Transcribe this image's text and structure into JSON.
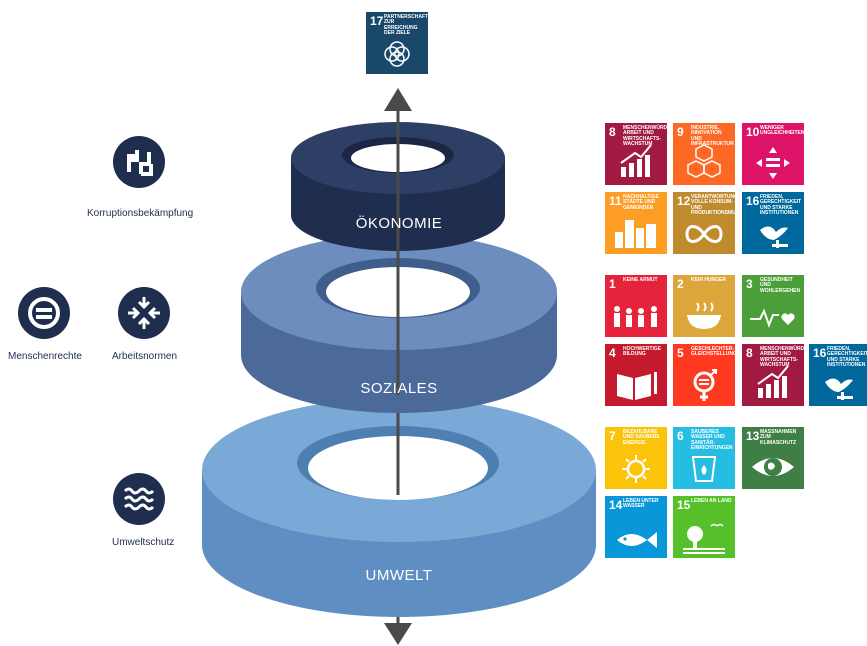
{
  "rings": {
    "top": "ÖKONOMIE",
    "middle": "SOZIALES",
    "bottom": "UMWELT"
  },
  "left_icons": {
    "corruption": "Korruptionsbekämpfung",
    "human_rights": "Menschenrechte",
    "labour": "Arbeitsnormen",
    "environment": "Umweltschutz"
  },
  "sdgs": {
    "g17": {
      "num": "17",
      "title": "PARTNERSCHAFTEN ZUR ERREICHUNG DER ZIELE",
      "color": "#19486a",
      "icon": "flower-icon"
    },
    "g8a": {
      "num": "8",
      "title": "MENSCHENWÜRDIGE ARBEIT UND WIRTSCHAFTS-WACHSTUM",
      "color": "#a21942",
      "icon": "growth-chart-icon"
    },
    "g9": {
      "num": "9",
      "title": "INDUSTRIE, INNOVATION UND INFRASTRUKTUR",
      "color": "#fd6925",
      "icon": "cubes-icon"
    },
    "g10": {
      "num": "10",
      "title": "WENIGER UNGLEICHHEITEN",
      "color": "#dd1367",
      "icon": "equality-icon"
    },
    "g11": {
      "num": "11",
      "title": "NACHHALTIGE STÄDTE UND GEMEINDEN",
      "color": "#fd9d24",
      "icon": "city-icon"
    },
    "g12": {
      "num": "12",
      "title": "VERANTWORTUNGS-VOLLE KONSUM- UND PRODUKTIONSMUSTER",
      "color": "#bf8b2e",
      "icon": "infinity-icon"
    },
    "g16a": {
      "num": "16",
      "title": "FRIEDEN, GERECHTIGKEIT UND STARKE INSTITUTIONEN",
      "color": "#00689d",
      "icon": "dove-icon"
    },
    "g1": {
      "num": "1",
      "title": "KEINE ARMUT",
      "color": "#e5243b",
      "icon": "family-icon"
    },
    "g2": {
      "num": "2",
      "title": "KEIN HUNGER",
      "color": "#dda63a",
      "icon": "bowl-icon"
    },
    "g3": {
      "num": "3",
      "title": "GESUNDHEIT UND WOHLERGEHEN",
      "color": "#4c9f38",
      "icon": "heartbeat-icon"
    },
    "g4": {
      "num": "4",
      "title": "HOCHWERTIGE BILDUNG",
      "color": "#c5192d",
      "icon": "book-icon"
    },
    "g5": {
      "num": "5",
      "title": "GESCHLECHTER-GLEICHSTELLUNG",
      "color": "#ff3a21",
      "icon": "gender-icon"
    },
    "g8b": {
      "num": "8",
      "title": "MENSCHENWÜRDIGE ARBEIT UND WIRTSCHAFTS-WACHSTUM",
      "color": "#a21942",
      "icon": "growth-chart-icon"
    },
    "g16b": {
      "num": "16",
      "title": "FRIEDEN, GERECHTIGKEIT UND STARKE INSTITUTIONEN",
      "color": "#00689d",
      "icon": "dove-icon"
    },
    "g7": {
      "num": "7",
      "title": "BEZAHLBARE UND SAUBERE ENERGIE",
      "color": "#fcc30b",
      "icon": "sun-icon"
    },
    "g6": {
      "num": "6",
      "title": "SAUBERES WASSER UND SANITÄR-EINRICHTUNGEN",
      "color": "#26bde2",
      "icon": "water-icon"
    },
    "g13": {
      "num": "13",
      "title": "MASSNAHMEN ZUM KLIMASCHUTZ",
      "color": "#3f7e44",
      "icon": "eye-globe-icon"
    },
    "g14": {
      "num": "14",
      "title": "LEBEN UNTER WASSER",
      "color": "#0a97d9",
      "icon": "fish-icon"
    },
    "g15": {
      "num": "15",
      "title": "LEBEN AN LAND",
      "color": "#56c02b",
      "icon": "tree-icon"
    }
  }
}
